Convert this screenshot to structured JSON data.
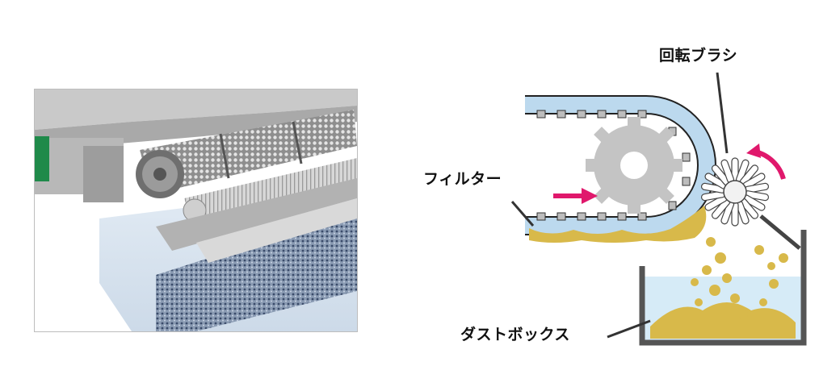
{
  "labels": {
    "brush": "回転ブラシ",
    "filter": "フィルター",
    "dust_box": "ダストボックス"
  },
  "colors": {
    "belt": "#bcd9ee",
    "belt_outline": "#222222",
    "gear": "#c4c4c4",
    "arrow": "#e0186c",
    "dust": "#d8b94a",
    "water": "#d6ebf7",
    "box": "#555555"
  }
}
